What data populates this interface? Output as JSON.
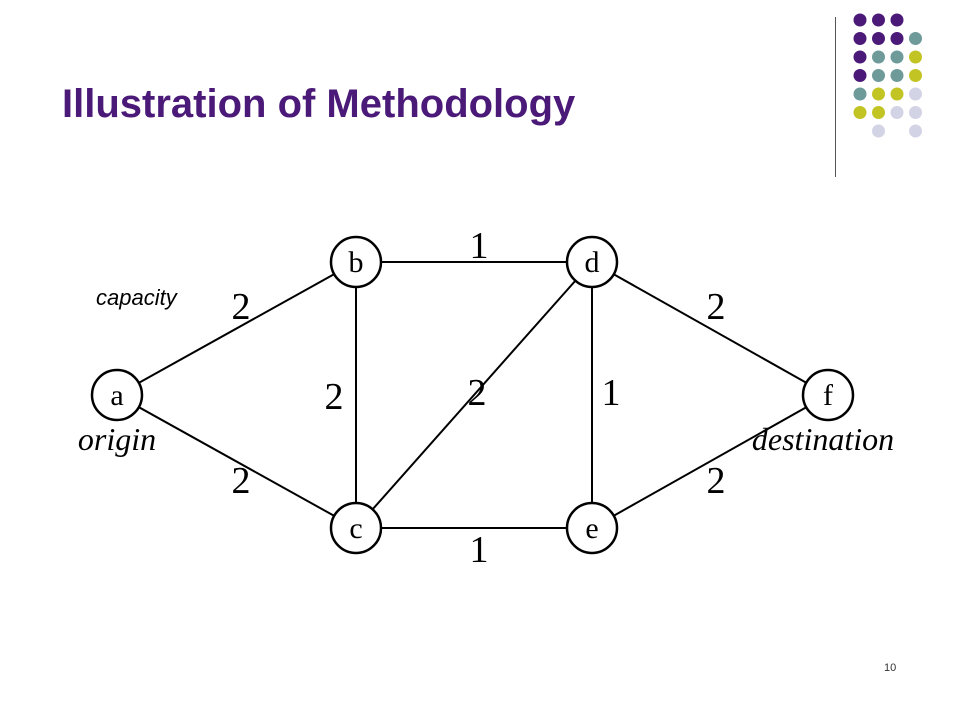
{
  "slide": {
    "title": "Illustration of Methodology",
    "page_number": "10",
    "capacity_label": "capacity"
  },
  "decor": {
    "dot_colors": [
      "#4b1a78",
      "#6e9a9a",
      "#c2c424",
      "#d3d3e6"
    ]
  },
  "graph": {
    "nodes": [
      {
        "id": "a",
        "label": "a"
      },
      {
        "id": "b",
        "label": "b"
      },
      {
        "id": "c",
        "label": "c"
      },
      {
        "id": "d",
        "label": "d"
      },
      {
        "id": "e",
        "label": "e"
      },
      {
        "id": "f",
        "label": "f"
      }
    ],
    "edges": [
      {
        "from": "a",
        "to": "b",
        "capacity": "2"
      },
      {
        "from": "a",
        "to": "c",
        "capacity": "2"
      },
      {
        "from": "b",
        "to": "d",
        "capacity": "1"
      },
      {
        "from": "b",
        "to": "c",
        "capacity": "2"
      },
      {
        "from": "c",
        "to": "d",
        "capacity": "2"
      },
      {
        "from": "c",
        "to": "e",
        "capacity": "1"
      },
      {
        "from": "d",
        "to": "e",
        "capacity": "1"
      },
      {
        "from": "d",
        "to": "f",
        "capacity": "2"
      },
      {
        "from": "e",
        "to": "f",
        "capacity": "2"
      }
    ],
    "origin_label": "origin",
    "destination_label": "destination"
  }
}
